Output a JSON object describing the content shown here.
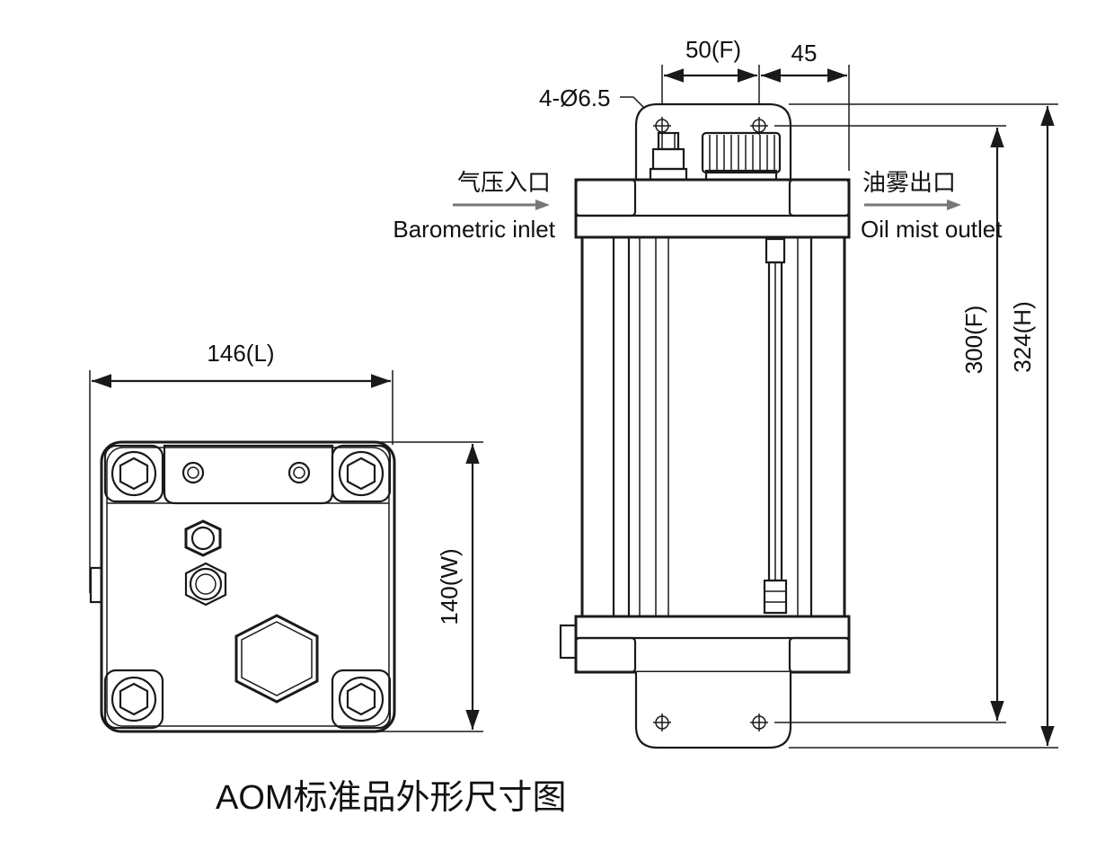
{
  "dimensions": {
    "length": "146(L)",
    "width": "140(W)",
    "mount_hole_spacing": "50(F)",
    "offset": "45",
    "hole_spec": "4-Ø6.5",
    "mount_height": "300(F)",
    "total_height": "324(H)"
  },
  "ports": {
    "inlet_cn": "气压入口",
    "inlet_en": "Barometric inlet",
    "outlet_cn": "油雾出口",
    "outlet_en": "Oil mist outlet"
  },
  "caption": "AOM标准品外形尺寸图"
}
